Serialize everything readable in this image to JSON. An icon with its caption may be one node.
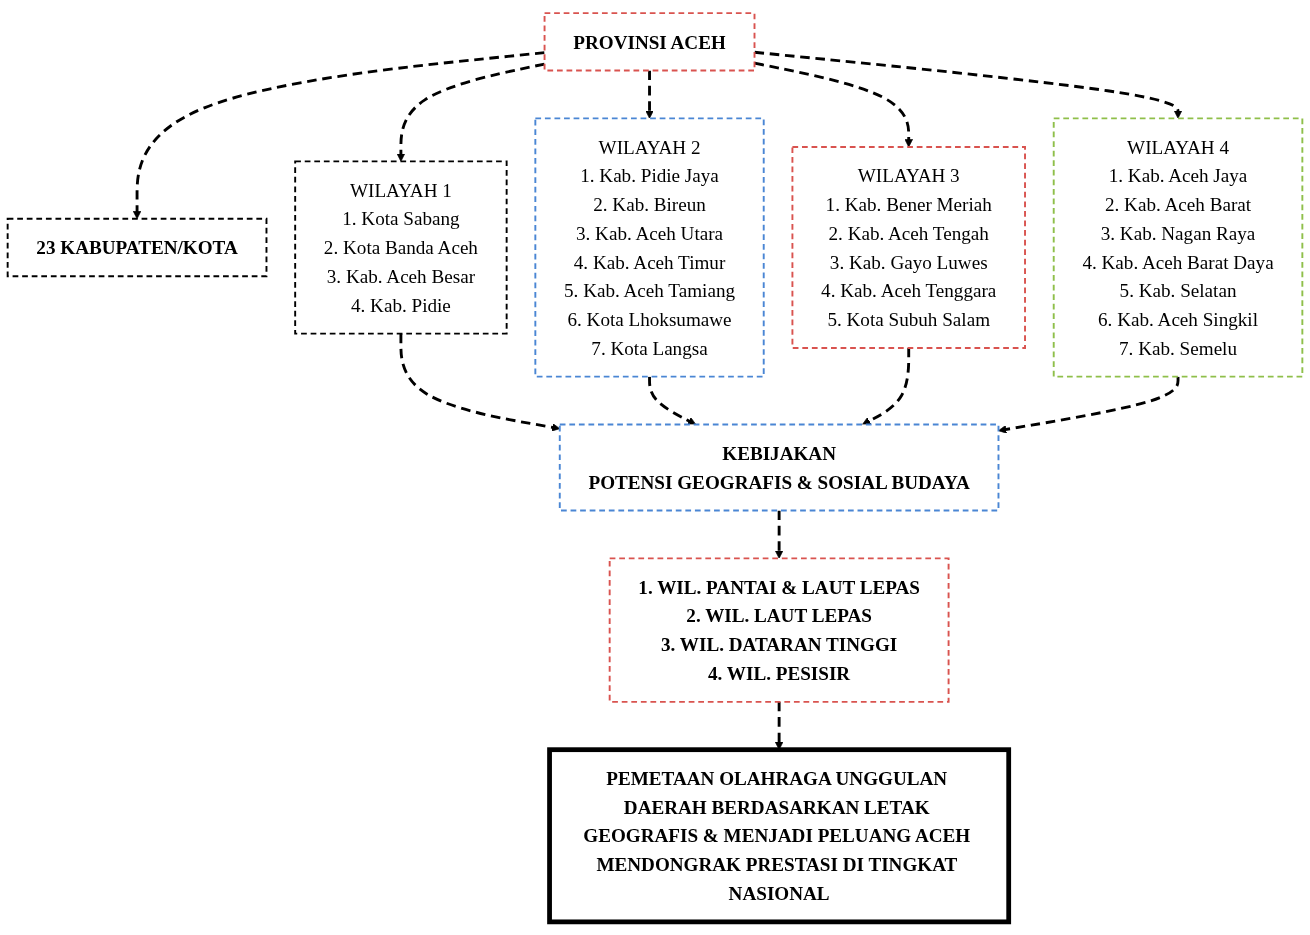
{
  "diagram": {
    "nodes": [
      {
        "text": [
          "PROVINSI ACEH"
        ]
      },
      {
        "text": [
          "23 KABUPATEN/KOTA"
        ]
      },
      {
        "text": [
          "WILAYAH 1",
          "1. Kota Sabang",
          "2. Kota Banda Aceh",
          "3. Kab. Aceh Besar",
          "4. Kab. Pidie"
        ]
      },
      {
        "text": [
          "WILAYAH 2",
          "1. Kab. Pidie Jaya",
          "2. Kab. Bireun",
          "3. Kab. Aceh Utara",
          "4. Kab. Aceh Timur",
          "5. Kab. Aceh Tamiang",
          "6. Kota Lhoksumawe",
          "7. Kota Langsa"
        ]
      },
      {
        "text": [
          "WILAYAH 3",
          "1. Kab. Bener Meriah",
          "2. Kab. Aceh Tengah",
          "3. Kab. Gayo Luwes",
          "4. Kab. Aceh Tenggara",
          "5. Kota Subuh Salam"
        ]
      },
      {
        "text": [
          "WILAYAH 4",
          "1. Kab. Aceh Jaya",
          "2. Kab. Aceh Barat",
          "3. Kab. Nagan Raya",
          "4. Kab. Aceh Barat Daya",
          "5. Kab. Selatan",
          "6. Kab. Aceh Singkil",
          "7. Kab. Semelu"
        ]
      },
      {
        "text": [
          "KEBIJAKAN",
          "POTENSI GEOGRAFIS & SOSIAL BUDAYA"
        ]
      },
      {
        "text": [
          "1. WIL. PANTAI & LAUT LEPAS",
          "2. WIL. LAUT LEPAS",
          "3. WIL. DATARAN TINGGI",
          "4. WIL. PESISIR"
        ]
      },
      {
        "text": [
          "PEMETAAN OLAHRAGA UNGGULAN DAERAH BERDASARKAN LETAK GEOGRAFIS & MENJADI PELUANG ACEH MENDONGRAK PRESTASI DI TINGKAT NASIONAL"
        ]
      }
    ],
    "edges": [
      {
        "from": 0,
        "to": 1,
        "arrow": "to",
        "style": "dashed"
      },
      {
        "from": 0,
        "to": 2,
        "arrow": "to",
        "style": "dashed"
      },
      {
        "from": 0,
        "to": 3,
        "arrow": "to",
        "style": "dashed"
      },
      {
        "from": 0,
        "to": 4,
        "arrow": "to",
        "style": "dashed"
      },
      {
        "from": 0,
        "to": 5,
        "arrow": "to",
        "style": "dashed"
      },
      {
        "from": 2,
        "to": 6,
        "arrow": "to",
        "style": "dashed"
      },
      {
        "from": 3,
        "to": 6,
        "arrow": "to",
        "style": "dashed"
      },
      {
        "from": 4,
        "to": 6,
        "arrow": "to",
        "style": "dashed"
      },
      {
        "from": 5,
        "to": 6,
        "arrow": "to",
        "style": "dashed"
      },
      {
        "from": 6,
        "to": 7,
        "arrow": "to",
        "style": "dashed"
      },
      {
        "from": 7,
        "to": 8,
        "arrow": "to",
        "style": "dashed"
      }
    ]
  }
}
